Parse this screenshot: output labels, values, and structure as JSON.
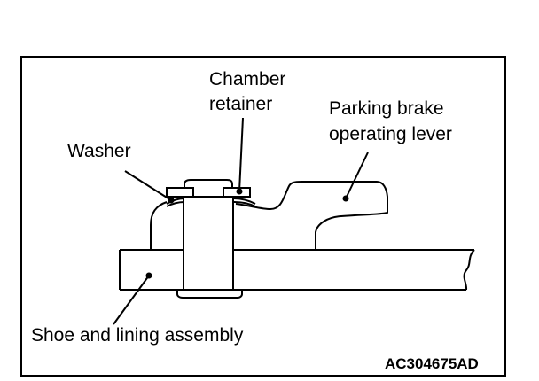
{
  "labels": {
    "chamber_retainer_line1": "Chamber",
    "chamber_retainer_line2": "retainer",
    "parking_brake_line1": "Parking brake",
    "parking_brake_line2": "operating lever",
    "washer": "Washer",
    "shoe_lining": "Shoe and lining assembly"
  },
  "figure_code": "AC304675AD"
}
